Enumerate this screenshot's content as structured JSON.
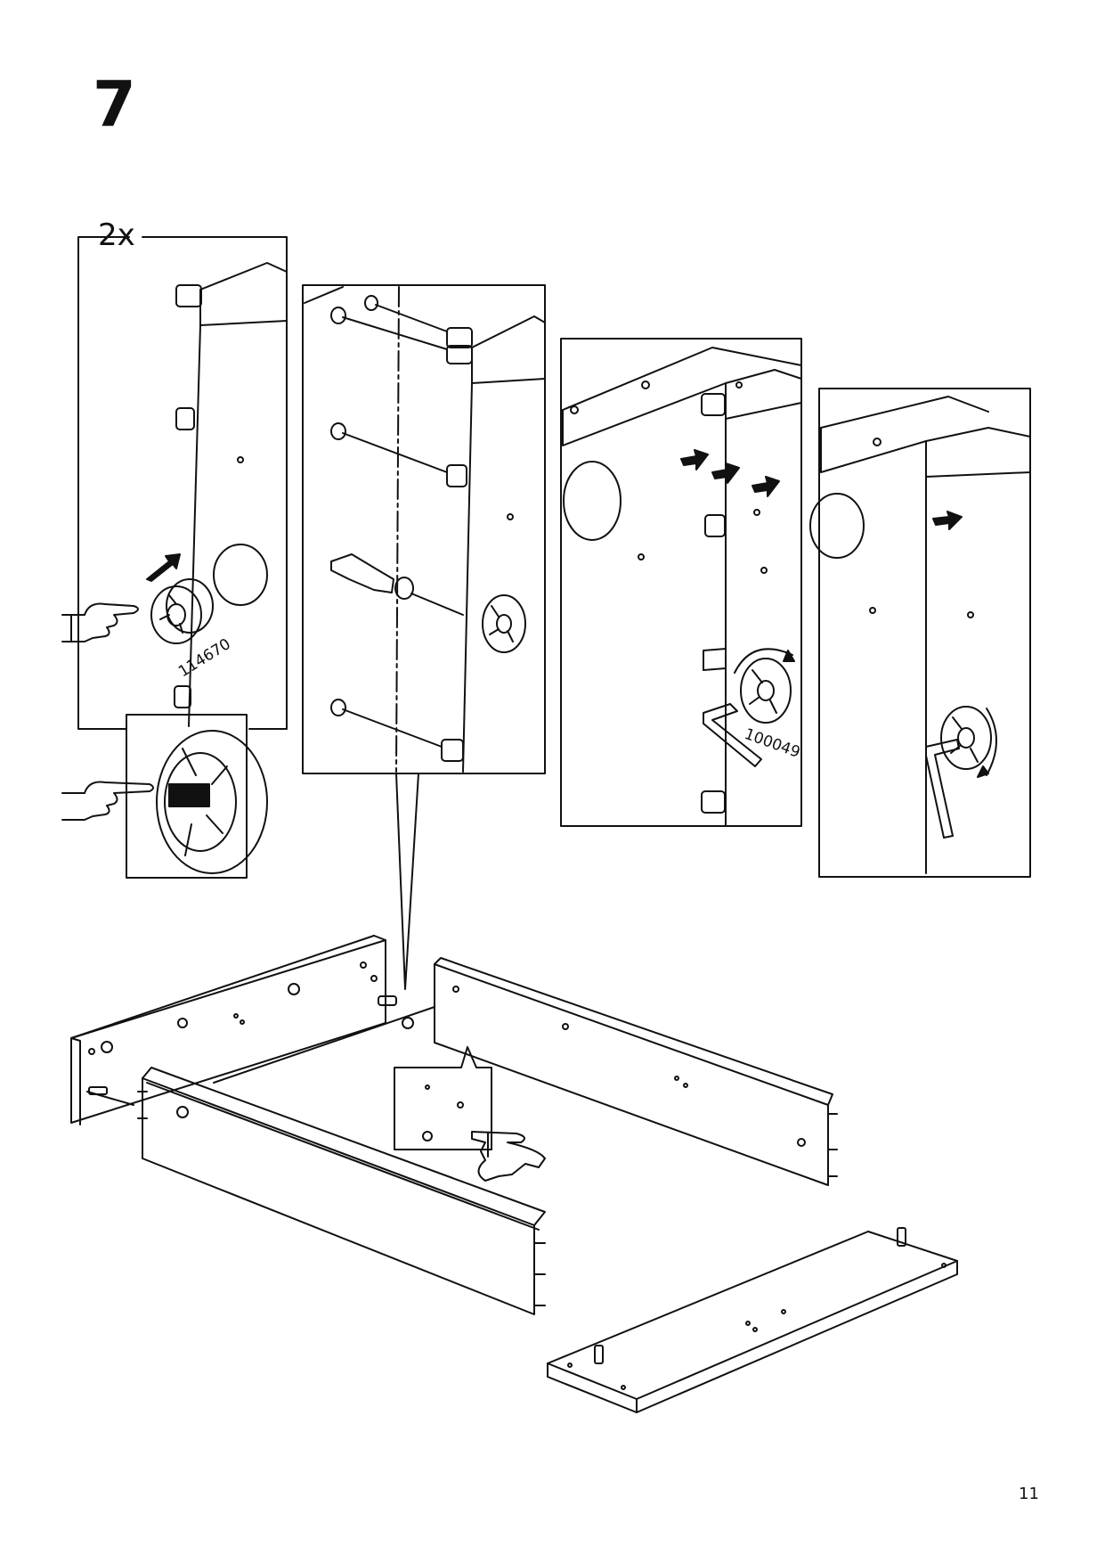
{
  "step": {
    "number": "7"
  },
  "detail_panel": {
    "quantity": "2x"
  },
  "part_numbers": {
    "cam_lock": "114670",
    "hex_key": "100049"
  },
  "page": {
    "number": "11"
  }
}
